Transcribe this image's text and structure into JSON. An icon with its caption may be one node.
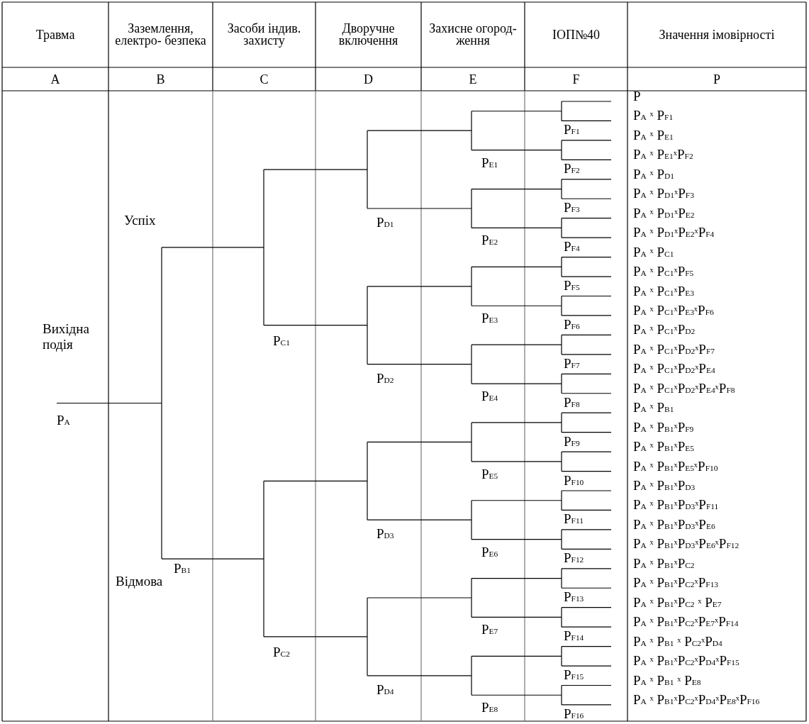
{
  "diagram": {
    "labels": [
      "Травма",
      "Заземлення, електро- безпека",
      "Засоби індив. захисту",
      "Дворучне включення",
      "Захисне огород- ження",
      "ІОП№40",
      "Значення імовірності",
      "A",
      "B",
      "C",
      "D",
      "E",
      "F",
      "P",
      "Вихідна подія",
      "P$_{A}$",
      "Успіх",
      "Відмова",
      "P$_{B1}$",
      "P$_{C1}$",
      "P$_{C2}$",
      "P$_{D1}$",
      "P$_{D2}$",
      "P$_{D3}$",
      "P$_{D4}$",
      "P$_{E1}$",
      "P$_{E2}$",
      "P$_{E3}$",
      "P$_{E4}$",
      "P$_{E5}$",
      "P$_{E6}$",
      "P$_{E7}$",
      "P$_{E8}$",
      "P$_{F1}$",
      "P$_{F2}$",
      "P$_{F3}$",
      "P$_{F4}$",
      "P$_{F5}$",
      "P$_{F6}$",
      "P$_{F7}$",
      "P$_{F8}$",
      "P$_{F9}$",
      "P$_{F10}$",
      "P$_{F11}$",
      "P$_{F12}$",
      "P$_{F13}$",
      "P$_{F14}$",
      "P$_{F15}$",
      "P$_{F16}$",
      "P",
      "P$_{A}$ $^{x}$ P$_{F1}$",
      "P$_{A}$ $^{x}$ P$_{E1}$",
      "P$_{A}$ $^{x}$ P$_{E1}$$^{x}$P$_{F2}$",
      "P$_{A}$ $^{x}$ P$_{D1}$",
      "P$_{A}$ $^{x}$ P$_{D1}$$^{x}$P$_{F3}$",
      "P$_{A}$ $^{x}$ P$_{D1}$$^{x}$P$_{E2}$",
      "P$_{A}$ $^{x}$ P$_{D1}$$^{x}$P$_{E2}$$^{x}$P$_{F4}$",
      "P$_{A}$ $^{x}$ P$_{C1}$",
      "P$_{A}$ $^{x}$ P$_{C1}$$^{x}$P$_{F5}$",
      "P$_{A}$ $^{x}$ P$_{C1}$$^{x}$P$_{E3}$",
      "P$_{A}$ $^{x}$ P$_{C1}$$^{x}$P$_{E3}$$^{x}$P$_{F6}$",
      "P$_{A}$ $^{x}$ P$_{C1}$$^{x}$P$_{D2}$",
      "P$_{A}$ $^{x}$ P$_{C1}$$^{x}$P$_{D2}$$^{x}$P$_{F7}$",
      "P$_{A}$ $^{x}$ P$_{C1}$$^{x}$P$_{D2}$$^{x}$P$_{E4}$",
      "P$_{A}$ $^{x}$ P$_{C1}$$^{x}$P$_{D2}$$^{x}$P$_{E4}$$^{x}$P$_{F8}$",
      "P$_{A}$ $^{x}$ P$_{B1}$",
      "P$_{A}$ $^{x}$ P$_{B1}$$^{x}$P$_{F9}$",
      "P$_{A}$ $^{x}$ P$_{B1}$$^{x}$P$_{E5}$",
      "P$_{A}$ $^{x}$ P$_{B1}$$^{x}$P$_{E5}$$^{x}$P$_{F10}$",
      "P$_{A}$ $^{x}$ P$_{B1}$$^{x}$P$_{D3}$",
      "P$_{A}$ $^{x}$ P$_{B1}$$^{x}$P$_{D3}$$^{x}$P$_{F11}$",
      "P$_{A}$ $^{x}$ P$_{B1}$$^{x}$P$_{D3}$$^{x}$P$_{E6}$",
      "P$_{A}$ $^{x}$ P$_{B1}$$^{x}$P$_{D3}$$^{x}$P$_{E6}$$^{x}$P$_{F12}$",
      "P$_{A}$ $^{x}$ P$_{B1}$$^{x}$P$_{C2}$",
      "P$_{A}$ $^{x}$ P$_{B1}$$^{x}$P$_{C2}$$^{x}$P$_{F13}$",
      "P$_{A}$ $^{x}$ P$_{B1}$$^{x}$P$_{C2}$ $^{x}$ P$_{E7}$",
      "P$_{A}$ $^{x}$ P$_{B1}$$^{x}$P$_{C2}$$^{x}$P$_{E7}$$^{x}$P$_{F14}$",
      "P$_{A}$ $^{x}$ P$_{B1}$ $^{x}$ P$_{C2}$$^{x}$P$_{D4}$",
      "P$_{A}$ $^{x}$ P$_{B1}$$^{x}$P$_{C2}$$^{x}$P$_{D4}$$^{x}$P$_{F15}$",
      "P$_{A}$ $^{x}$ P$_{B1}$ $^{x}$ P$_{E8}$",
      "P$_{A}$ $^{x}$ P$_{B1}$$^{x}$P$_{C2}$$^{x}$P$_{D4}$$^{x}$P$_{E8}$$^{x}$P$_{F16}$"
    ]
  }
}
